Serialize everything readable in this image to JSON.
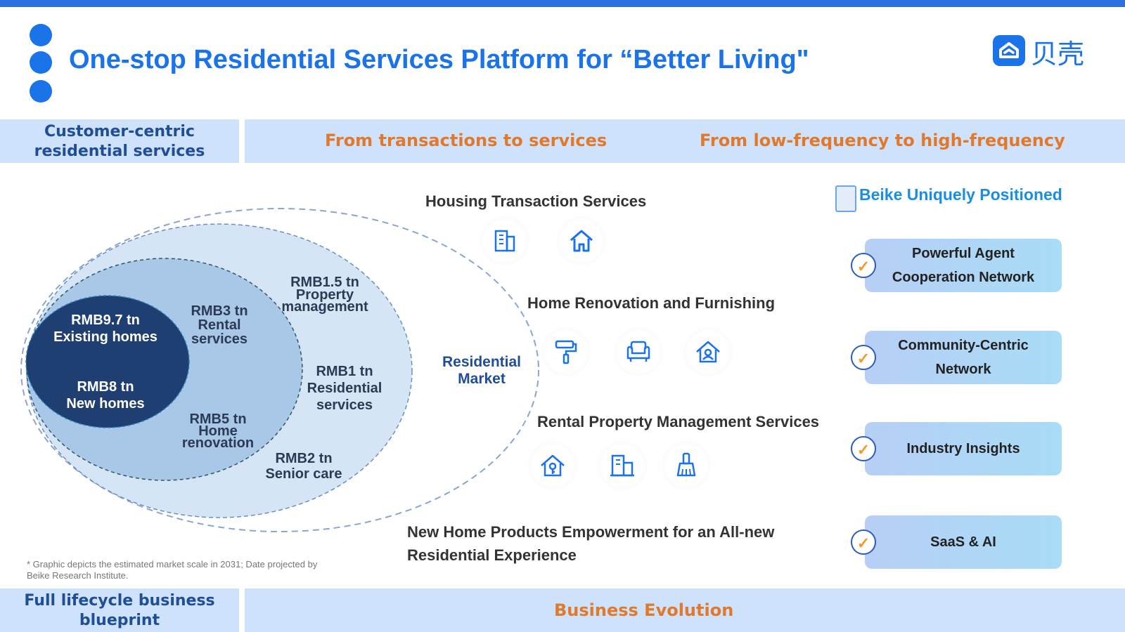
{
  "title": "One-stop Residential Services Platform for “Better Living\"",
  "logo_text": "贝壳",
  "top_band": {
    "left_label": "Customer-centric residential services",
    "center_label": "From transactions to services",
    "right_label": "From low-frequency to high-frequency"
  },
  "bottom_band": {
    "left_label": "Full lifecycle business blueprint",
    "center_label": "Business Evolution"
  },
  "market": {
    "existing_value": "RMB9.7 tn",
    "existing_label": "Existing homes",
    "new_value": "RMB8 tn",
    "new_label": "New homes",
    "rental_value": "RMB3 tn",
    "rental_label_1": "Rental",
    "rental_label_2": "services",
    "renovation_value": "RMB5 tn",
    "renovation_label_1": "Home",
    "renovation_label_2": "renovation",
    "property_value": "RMB1.5 tn",
    "property_label_1": "Property",
    "property_label_2": "management",
    "residential_value": "RMB1 tn",
    "residential_label_1": "Residential",
    "residential_label_2": "services",
    "senior_value": "RMB2 tn",
    "senior_label": "Senior care",
    "outer_label_1": "Residential",
    "outer_label_2": "Market"
  },
  "services": {
    "housing": "Housing Transaction Services",
    "renovation": "Home Renovation and Furnishing",
    "rental": "Rental Property Management Services",
    "new_home_1": "New Home Products Empowerment for an All-new",
    "new_home_2": "Residential Experience"
  },
  "positioning": {
    "heading": "Beike Uniquely Positioned",
    "check_mark": "✓",
    "cards": [
      {
        "line1": "Powerful Agent",
        "line2": "Cooperation Network"
      },
      {
        "line1": "Community-Centric",
        "line2": "Network"
      },
      {
        "line1": "Industry Insights",
        "line2": ""
      },
      {
        "line1": "SaaS & AI",
        "line2": ""
      }
    ]
  },
  "footnote": "* Graphic depicts the estimated market scale in 2031; Date projected by Beike Research Institute.",
  "colors": {
    "accent": "#1a73e8",
    "band": "#cfe2fb",
    "orange": "#e0792c",
    "dark_circle": "#1f3f72"
  }
}
